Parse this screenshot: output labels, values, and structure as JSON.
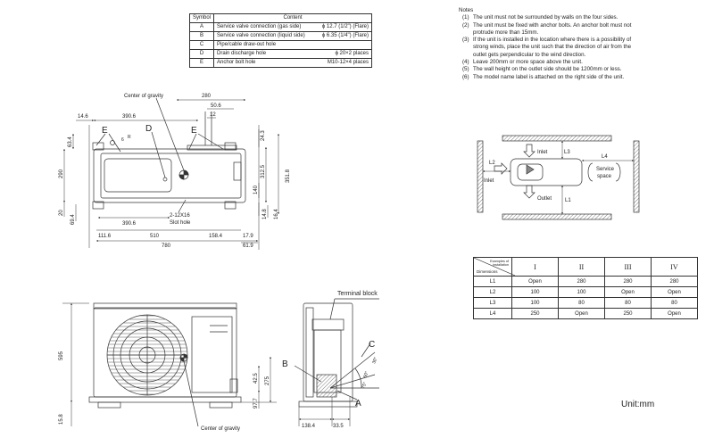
{
  "symbol_table": {
    "headers": [
      "Symbol",
      "Content"
    ],
    "rows": [
      {
        "symbol": "A",
        "content": "Service valve connection (gas side)",
        "value": "ϕ 12.7 (1/2\") (Flare)"
      },
      {
        "symbol": "B",
        "content": "Service valve connection (liquid side)",
        "value": "ϕ 6.35 (1/4\") (Flare)"
      },
      {
        "symbol": "C",
        "content": "Pipe/cable draw-out hole",
        "value": ""
      },
      {
        "symbol": "D",
        "content": "Drain discharge hole",
        "value": "ϕ 20×2 places"
      },
      {
        "symbol": "E",
        "content": "Anchor bolt hole",
        "value": "M10-12×4 places"
      }
    ]
  },
  "notes": {
    "title": "Notes",
    "items": [
      {
        "num": "(1)",
        "lines": [
          "The unit must not be surrounded by walls on the four sides."
        ]
      },
      {
        "num": "(2)",
        "lines": [
          "The unit must be fixed with anchor bolts. An anchor bolt must not",
          "protrude more than 15mm."
        ]
      },
      {
        "num": "(3)",
        "lines": [
          "If the unit is installed in the location where there is a possibility of",
          "strong winds, place the unit such that the direction of air from the",
          "outlet gets perpendicular to the wind direction."
        ]
      },
      {
        "num": "(4)",
        "lines": [
          "Leave 200mm or more space above the unit."
        ]
      },
      {
        "num": "(5)",
        "lines": [
          "The wall height on the outlet side should be 1200mm or less."
        ]
      },
      {
        "num": "(6)",
        "lines": [
          "The model name label is attached on the right side of the unit."
        ]
      }
    ]
  },
  "top_view": {
    "labels": {
      "center_of_gravity": "Center of gravity",
      "slot": "2-12X16",
      "slot2": "Slot hole",
      "e1": "E",
      "e2": "E",
      "d": "D",
      "r": "R",
      "dim_r": "6"
    },
    "dims": {
      "d280": "280",
      "d50_6": "50.6",
      "d12": "12",
      "d14_6": "14.6",
      "d390_6a": "390.6",
      "d63_4": "63.4",
      "d290": "290",
      "d20": "20",
      "d69_4": "69.4",
      "d390_6b": "390.6",
      "d24_3": "24.3",
      "d312_5": "312.5",
      "d140": "140",
      "d351_8": "351.8",
      "d14_8": "14.8",
      "d16_4": "16.4",
      "d111_6": "111.6",
      "d510": "510",
      "d158_4": "158.4",
      "d17_9": "17.9",
      "d780": "780",
      "d61_9": "61.9"
    }
  },
  "front_view": {
    "labels": {
      "center_of_gravity": "Center of gravity"
    },
    "dims": {
      "d595": "595",
      "d42_5": "42.5",
      "d275": "275",
      "d97_7": "97.7",
      "d15_8": "15.8"
    }
  },
  "side_view": {
    "labels": {
      "terminal_block": "Terminal block",
      "a": "A",
      "b": "B",
      "c": "C",
      "a30": "30°",
      "a60": "60°",
      "a75": "75°"
    },
    "dims": {
      "d138_4": "138.4",
      "d33_5": "33.5"
    }
  },
  "install_diagram": {
    "labels": {
      "inlet_top": "Inlet",
      "inlet_left": "Inlet",
      "outlet": "Outlet",
      "service": "Service",
      "space": "space",
      "l1": "L1",
      "l2": "L2",
      "l3": "L3",
      "l4": "L4"
    }
  },
  "dimensions_table": {
    "corner_top": [
      "Examples of",
      "installation"
    ],
    "corner_bottom": "Dimensions",
    "headers": [
      "I",
      "II",
      "III",
      "IV"
    ],
    "rows": [
      {
        "label": "L1",
        "values": [
          "Open",
          "280",
          "280",
          "280"
        ]
      },
      {
        "label": "L2",
        "values": [
          "100",
          "100",
          "Open",
          "Open"
        ]
      },
      {
        "label": "L3",
        "values": [
          "100",
          "80",
          "80",
          "80"
        ]
      },
      {
        "label": "L4",
        "values": [
          "250",
          "Open",
          "250",
          "Open"
        ]
      }
    ]
  },
  "unit_label": "Unit:mm"
}
